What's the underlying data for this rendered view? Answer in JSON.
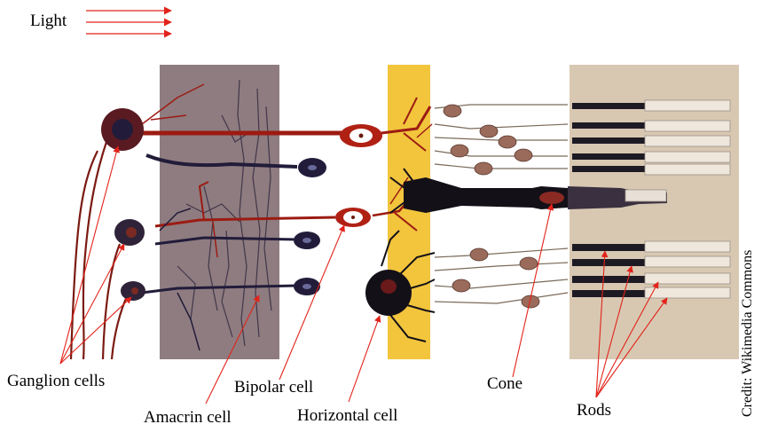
{
  "labels": {
    "light": "Light",
    "ganglion": "Ganglion cells",
    "amacrin": "Amacrin cell",
    "bipolar": "Bipolar cell",
    "horizontal": "Horizontal cell",
    "cone": "Cone",
    "rods": "Rods"
  },
  "credit": "Credit: Wikimedia Commons",
  "colors": {
    "arrow": "#e2231a",
    "inner_layer": "#8e7c80",
    "yellow_layer": "#f2c53d",
    "photoreceptor_layer": "#d8c8b2",
    "red_neuron": "#9c1b12",
    "dark_neuron": "#221c3a"
  }
}
